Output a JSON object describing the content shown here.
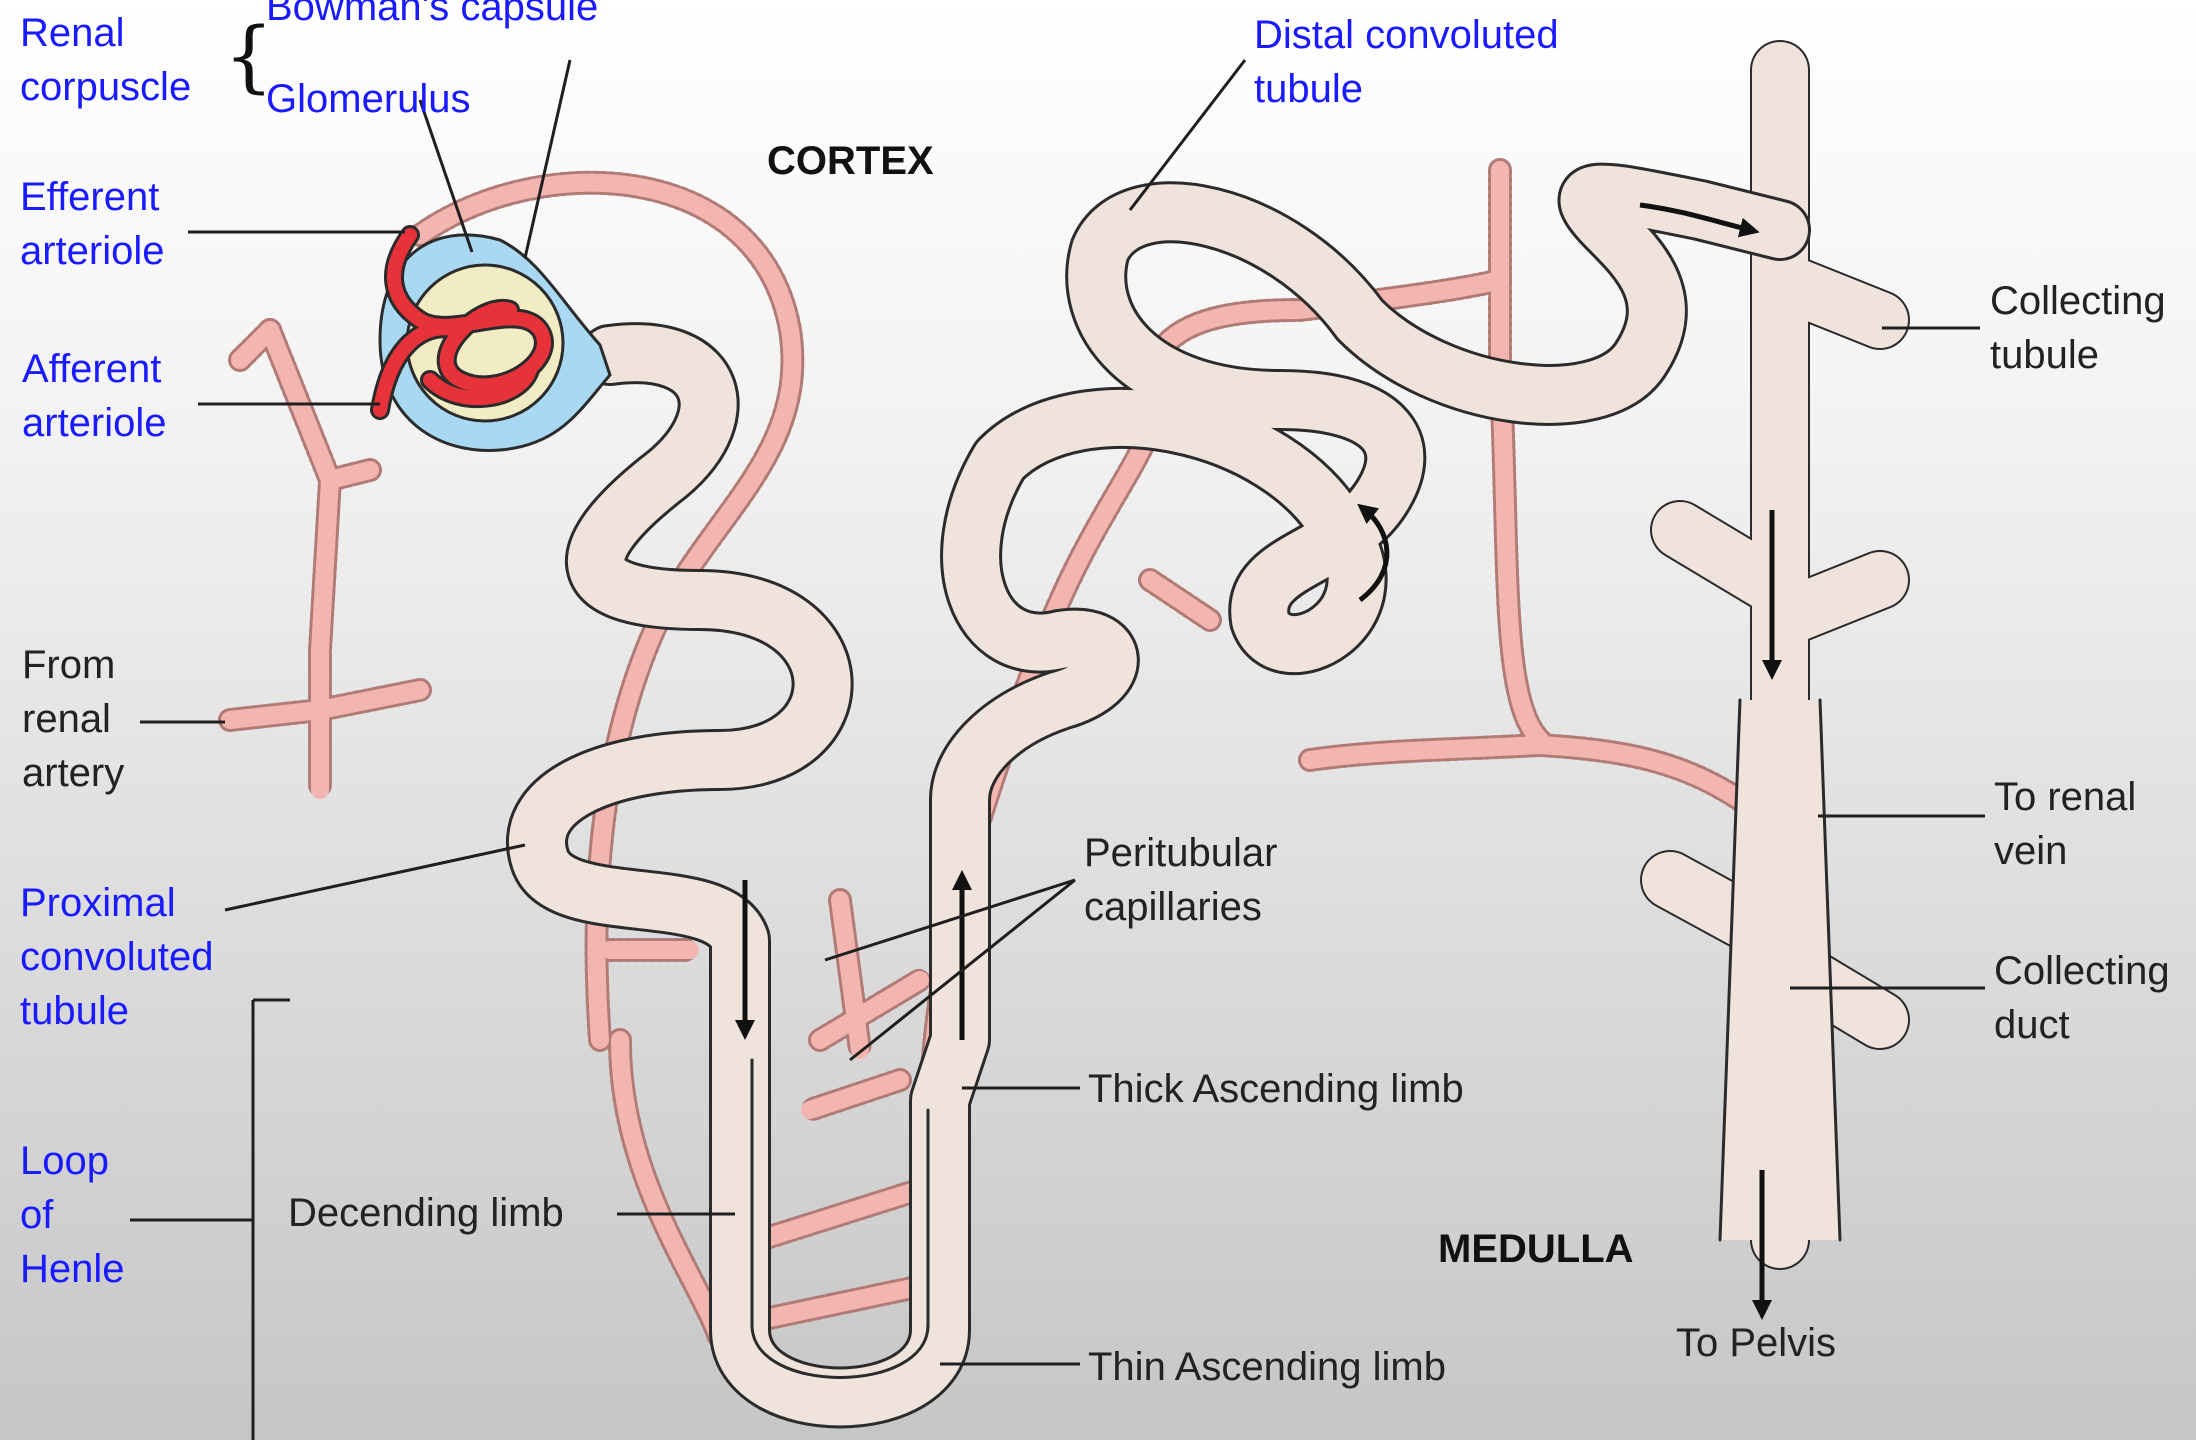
{
  "labels": {
    "renal_corpuscle": [
      "Renal",
      "corpuscle"
    ],
    "bowmans_capsule": "Bowman's capsule",
    "glomerulus": "Glomerulus",
    "efferent_arteriole": [
      "Efferent",
      "arteriole"
    ],
    "afferent_arteriole": [
      "Afferent",
      "arteriole"
    ],
    "from_renal_artery": [
      "From",
      "renal",
      "artery"
    ],
    "proximal_convoluted_tubule": [
      "Proximal",
      "convoluted",
      "tubule"
    ],
    "loop_of_henle": [
      "Loop",
      "of",
      "Henle"
    ],
    "descending_limb": "Decending limb",
    "cortex": "CORTEX",
    "distal_convoluted_tubule": [
      "Distal convoluted",
      "tubule"
    ],
    "collecting_tubule": [
      "Collecting",
      "tubule"
    ],
    "to_renal_vein": [
      "To renal",
      "vein"
    ],
    "collecting_duct": [
      "Collecting",
      "duct"
    ],
    "peritubular_capillaries": [
      "Peritubular",
      "capillaries"
    ],
    "thick_ascending_limb": "Thick Ascending limb",
    "thin_ascending_limb": "Thin Ascending limb",
    "medulla": "MEDULLA",
    "to_pelvis": "To Pelvis"
  },
  "colors": {
    "tubule_fill": "#efe3dc",
    "tubule_outline": "#2b2b2b",
    "capillary": "#f2b5b0",
    "capillary_dots": "#b07b76",
    "capsule": "#a9d8f2",
    "glomerulus": "#e8323a",
    "label_blue": "#1a1aff",
    "label_dark": "#222222"
  }
}
